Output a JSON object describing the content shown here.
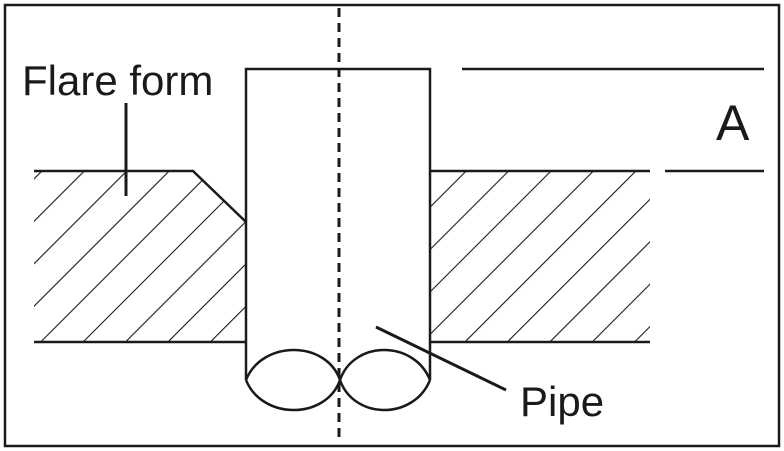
{
  "labels": {
    "flare_form": "Flare form",
    "dimension": "A",
    "pipe": "Pipe"
  },
  "colors": {
    "ink": "#1a1a1a",
    "background": "#ffffff"
  }
}
